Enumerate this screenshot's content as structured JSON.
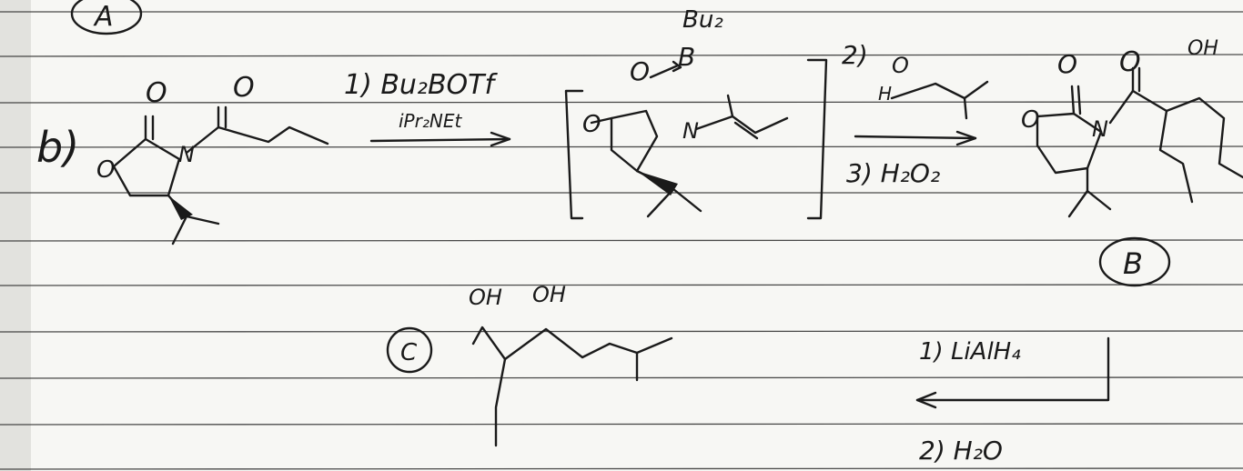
{
  "labels": {
    "part_a": "A",
    "part_b": "b)",
    "compound_b": "B",
    "compound_c": "C"
  },
  "step1": {
    "reagent_1": "1) Bu₂BOTf",
    "reagent_base": "iPr₂NEt"
  },
  "intermediate": {
    "boron_label": "Bu₂",
    "boron_atom": "B"
  },
  "step2": {
    "reagent_2": "2)",
    "reagent_3": "3) H₂O₂"
  },
  "step3": {
    "reagent_1": "1) LiAlH₄",
    "reagent_2": "2) H₂O"
  },
  "atoms": {
    "sm_carbonyl_o1": "O",
    "sm_carbonyl_o2": "O",
    "sm_ring_o": "O",
    "sm_n": "N",
    "int_ring_o": "O",
    "int_n": "N",
    "int_o": "O",
    "ald_o": "O",
    "ald_h": "H",
    "prod_o1": "O",
    "prod_o2": "O",
    "prod_oh": "OH",
    "prod_ring_o": "O",
    "prod_n": "N",
    "c_oh1": "OH",
    "c_oh2": "OH"
  }
}
